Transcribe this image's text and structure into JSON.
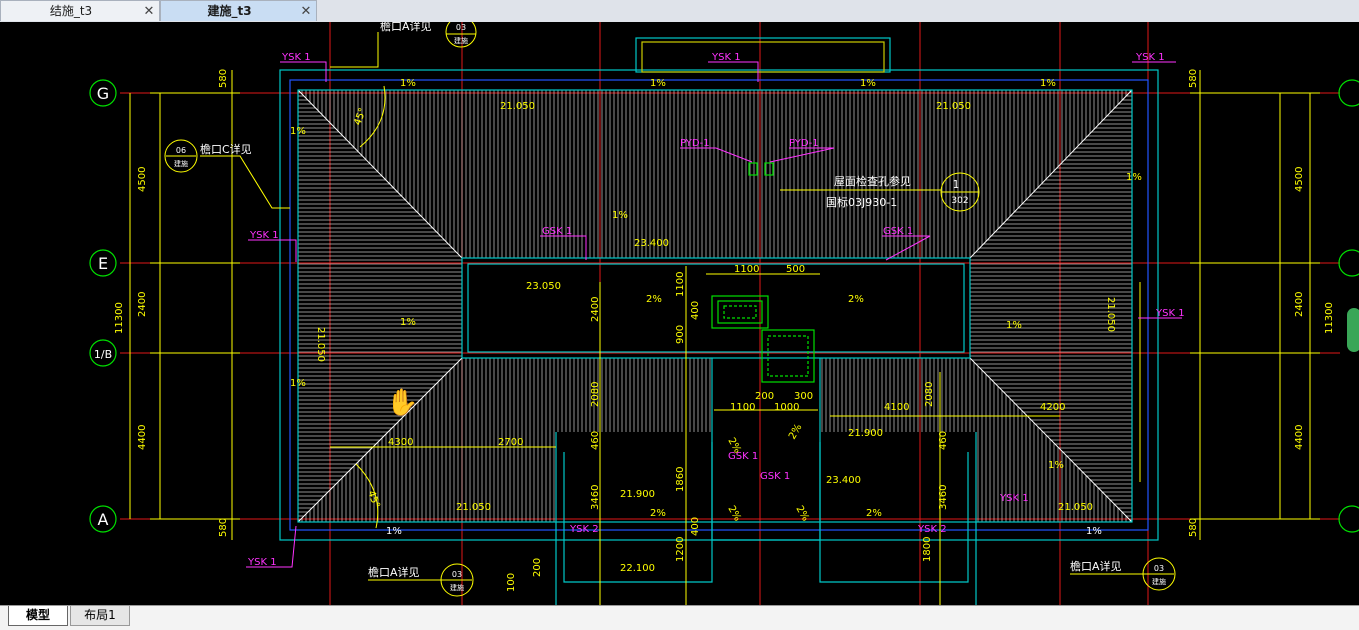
{
  "tabs": [
    {
      "label": "结施_t3",
      "close": "✕"
    },
    {
      "label": "建施_t3",
      "close": "✕"
    }
  ],
  "layout_tabs": [
    {
      "label": "模型"
    },
    {
      "label": "布局1"
    }
  ],
  "drawing": {
    "axes": {
      "g": "G",
      "e": "E",
      "a1b": "1/B",
      "a": "A"
    },
    "dims_left": {
      "d1": "4500",
      "d2": "2400",
      "d3": "4400",
      "total": "11300",
      "top": "580",
      "bottom": "580"
    },
    "dims_right": {
      "d1": "4500",
      "d2": "2400",
      "d3": "4400",
      "total": "11300",
      "top": "580",
      "bottom": "580"
    },
    "elevations": {
      "ne": "21.050",
      "nw": "21.050",
      "roof_flat": "23.050",
      "parapet": "23.400",
      "w": "21.050",
      "e": "21.050",
      "sw": "21.050",
      "se": "21.050",
      "sw2": "21.900",
      "se2": "21.900",
      "lower": "22.100",
      "stair": "23.400"
    },
    "slopes": {
      "s1": "1%",
      "s2": "1%",
      "s3": "1%",
      "s4": "1%",
      "s5": "1%",
      "s6": "1%",
      "s7": "2%",
      "s8": "2%",
      "s9": "1%",
      "s10": "1%",
      "s11": "2%",
      "s12": "2%",
      "s13": "2%",
      "s14": "2%",
      "s15": "2%",
      "s16": "2%",
      "s17": "1%",
      "s18": "1%",
      "s19": "1%"
    },
    "drains": {
      "ysk_tl": "YSK 1",
      "ysk_tc": "YSK 1",
      "ysk_tr": "YSK 1",
      "ysk_l": "YSK 1",
      "ysk_r": "YSK 1",
      "ysk_bl": "YSK 1",
      "ysk_br": "YSK 1",
      "ysk2_l": "YSK 2",
      "ysk2_r": "YSK 2",
      "gsk_l": "GSK 1",
      "gsk_r": "GSK 1",
      "gsk_c1": "GSK 1",
      "gsk_c2": "GSK 1",
      "pyd_l": "PYD-1",
      "pyd_r": "PYD-1"
    },
    "notes": {
      "inspection": "屋面检查孔参见",
      "standard": "国标03J930-1",
      "eave_c": "檐口C详见",
      "eave_a_l": "檐口A详见",
      "eave_a_r": "檐口A详见",
      "eave_a_t": "檐口A详见",
      "callout_num": "1",
      "callout_ref": "302",
      "c_06": "06",
      "c_03": "03",
      "c_03b": "03",
      "c_03c": "03",
      "sub": "建施"
    },
    "dims_inner": {
      "w1100": "1100",
      "w500": "500",
      "h1100": "1100",
      "h2400": "2400",
      "h900": "900",
      "h400": "400",
      "w1100b": "1100",
      "w200": "200",
      "w1000": "1000",
      "w300": "300",
      "w4100": "4100",
      "w4200": "4200",
      "w4300": "4300",
      "w2700": "2700",
      "h2080": "2080",
      "h2080b": "2080",
      "h460": "460",
      "h460b": "460",
      "h3460": "3460",
      "h3460b": "3460",
      "h1860": "1860",
      "h400b": "400",
      "h1200": "1200",
      "h1800": "1800",
      "h100": "100",
      "h200": "200"
    },
    "angles": {
      "a1": "45°",
      "a2": "45°"
    }
  },
  "colors": {
    "canvas": "#000000",
    "outline": "#00c8c8",
    "hatch": "#ffffff",
    "dim": "#ffff00",
    "axis": "#00e000",
    "label": "#ff33ff",
    "gridline": "#ff2020"
  }
}
